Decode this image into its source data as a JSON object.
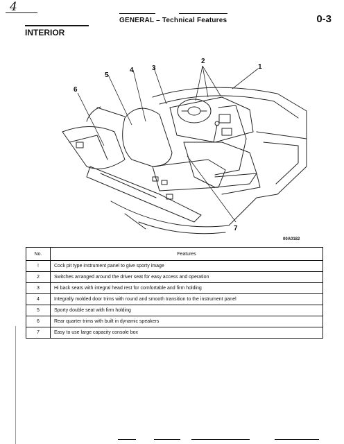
{
  "header": {
    "page_mark": "4",
    "title": "GENERAL  –  Technical  Features",
    "page_number": "0-3"
  },
  "section": {
    "title": "INTERIOR"
  },
  "figure": {
    "callouts": [
      "1",
      "2",
      "3",
      "4",
      "5",
      "6",
      "7"
    ],
    "code": "00A0182"
  },
  "table": {
    "headers": [
      "No.",
      "Features"
    ],
    "rows": [
      {
        "no": "!",
        "feature": "Cock pit type instrument panel to give sporty image"
      },
      {
        "no": "2",
        "feature": "Switches arranged around the driver seat for easy access and operation"
      },
      {
        "no": "3",
        "feature": "Hi back seats with integral head rest for comfortable and firm holding"
      },
      {
        "no": "4",
        "feature": "Integrally molded door trims with round and smooth transition to the instrument panel"
      },
      {
        "no": "5",
        "feature": "Sporty double seat with firm holding"
      },
      {
        "no": "6",
        "feature": "Rear quarter trims with built in dynamic speakers"
      },
      {
        "no": "7",
        "feature": "Easy to use large capacity console box"
      }
    ]
  }
}
